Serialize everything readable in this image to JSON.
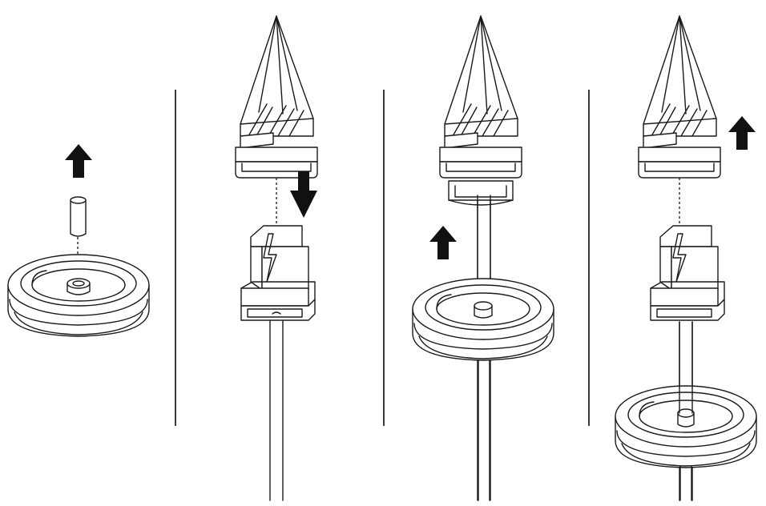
{
  "diagram": {
    "panel_count": 4,
    "colors": {
      "line": "#1a1a1a",
      "arrow": "#111111",
      "background": "#ffffff"
    },
    "panels": [
      {
        "step": 1,
        "arrows": [
          "up"
        ],
        "parts": [
          "plug",
          "grommet"
        ]
      },
      {
        "step": 2,
        "arrows": [
          "down"
        ],
        "parts": [
          "connector-boot",
          "rj45-connector",
          "cable"
        ]
      },
      {
        "step": 3,
        "arrows": [
          "up"
        ],
        "parts": [
          "connector-boot",
          "rj45-connector",
          "grommet",
          "cable"
        ]
      },
      {
        "step": 4,
        "arrows": [
          "up"
        ],
        "parts": [
          "connector-boot",
          "rj45-connector",
          "grommet",
          "cable"
        ]
      }
    ]
  }
}
